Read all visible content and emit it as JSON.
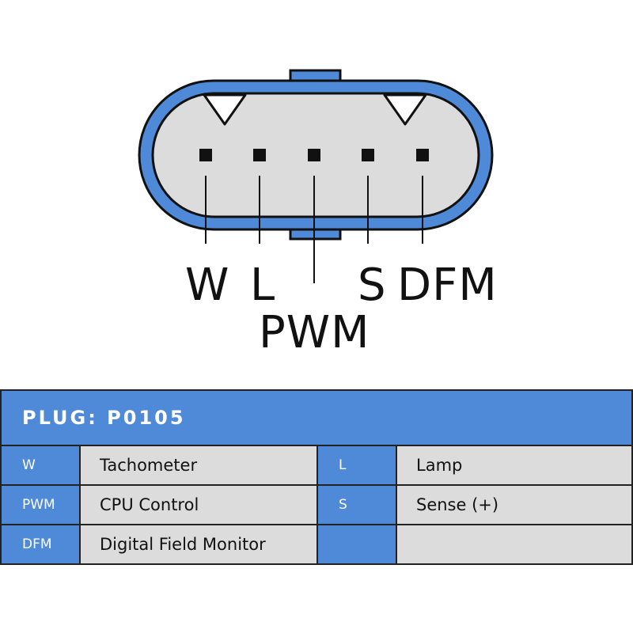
{
  "diagram": {
    "pin_labels": {
      "w": "W",
      "l": "L",
      "pwm": "PWM",
      "s": "S",
      "dfm": "DFM"
    }
  },
  "table": {
    "header": "PLUG: P0105",
    "rows": [
      {
        "code_left": "W",
        "desc_left": "Tachometer",
        "code_right": "L",
        "desc_right": "Lamp"
      },
      {
        "code_left": "PWM",
        "desc_left": "CPU Control",
        "code_right": "S",
        "desc_right": "Sense (+)"
      },
      {
        "code_left": "DFM",
        "desc_left": "Digital Field Monitor",
        "code_right": "",
        "desc_right": ""
      }
    ]
  },
  "colors": {
    "accent_blue": "#4f8ad8",
    "connector_face": "#dcdcdc",
    "outline": "#111111"
  }
}
